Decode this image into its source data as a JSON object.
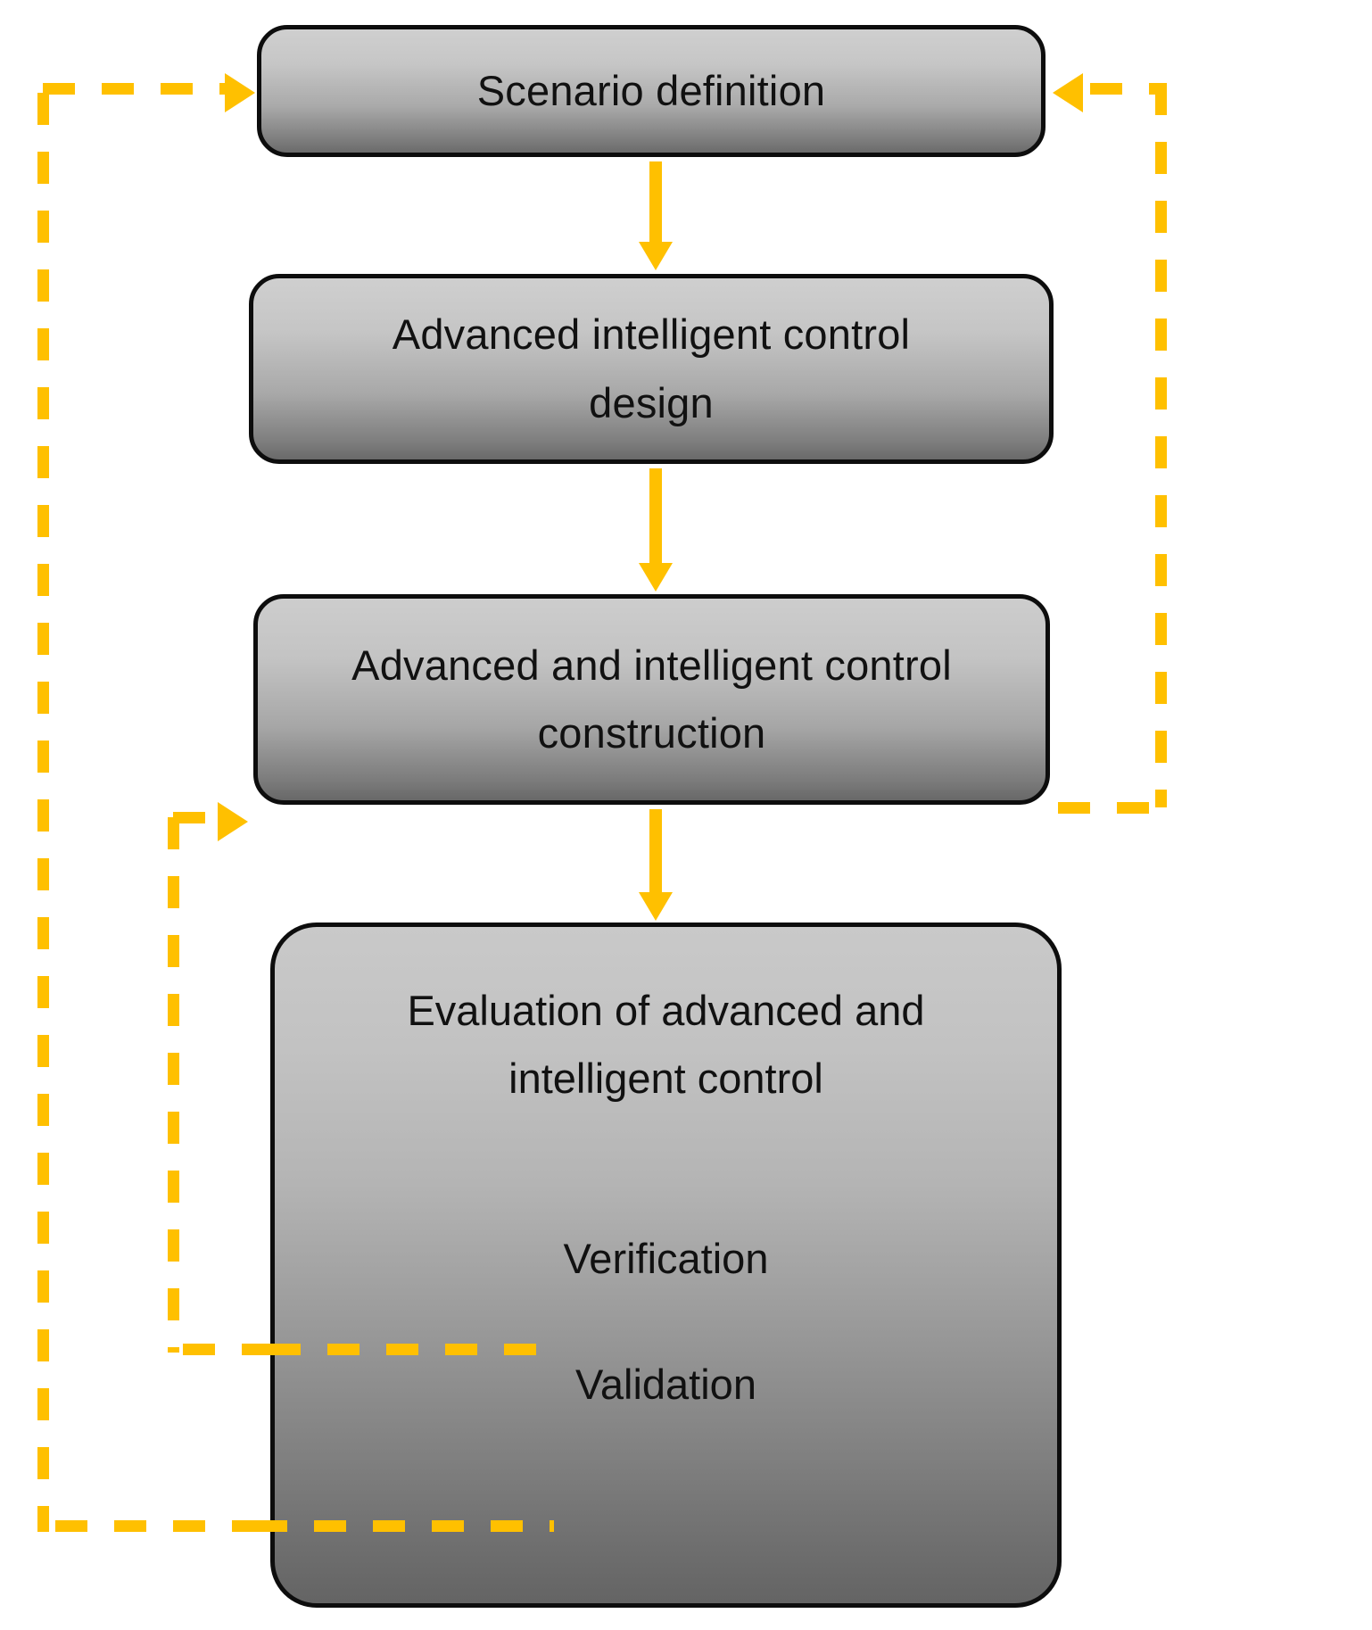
{
  "diagram": {
    "title": "Advanced and intelligent control design workflow",
    "accent_color": "#FFC000",
    "box_border_color": "#0D0D0D",
    "box_fill_top": "#CFCFCF",
    "box_fill_bottom": "#6A6A6A",
    "background": "#FFFFFF",
    "nodes": [
      {
        "id": "scenario",
        "label": "Scenario definition"
      },
      {
        "id": "design",
        "label": "Advanced intelligent control\ndesign"
      },
      {
        "id": "construction",
        "label": "Advanced and intelligent control\nconstruction"
      },
      {
        "id": "evaluation",
        "label": "Evaluation of advanced and\nintelligent control"
      }
    ],
    "evaluation_items": [
      {
        "id": "verification",
        "label": "Verification"
      },
      {
        "id": "validation",
        "label": "Validation"
      }
    ],
    "connectors": [
      {
        "id": "scenario-to-design",
        "from": "scenario",
        "to": "design",
        "style": "solid",
        "direction": "down"
      },
      {
        "id": "design-to-construction",
        "from": "design",
        "to": "construction",
        "style": "solid",
        "direction": "down"
      },
      {
        "id": "construction-to-evaluation",
        "from": "construction",
        "to": "evaluation",
        "style": "solid",
        "direction": "down"
      },
      {
        "id": "verification-to-construction",
        "from": "verification",
        "to": "construction",
        "style": "dashed",
        "direction": "left-up-right"
      },
      {
        "id": "validation-to-scenario",
        "from": "validation",
        "to": "scenario",
        "style": "dashed",
        "direction": "left-up-right"
      },
      {
        "id": "construction-to-scenario",
        "from": "construction",
        "to": "scenario",
        "style": "dashed",
        "direction": "right-up-left"
      }
    ]
  }
}
